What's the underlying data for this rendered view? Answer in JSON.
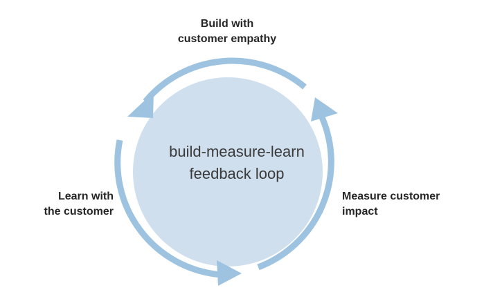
{
  "diagram": {
    "center": {
      "line1": "build-measure-learn",
      "line2": "feedback loop"
    },
    "labels": {
      "build": {
        "line1": "Build with",
        "line2": "customer empathy"
      },
      "measure": {
        "line1": "Measure customer",
        "line2": "impact"
      },
      "learn": {
        "line1": "Learn with",
        "line2": "the customer"
      }
    },
    "colors": {
      "circle_fill": "#cfdfee",
      "arrow": "#9dc3e1",
      "label_text": "#262626",
      "center_text": "#3a3a3a"
    }
  }
}
